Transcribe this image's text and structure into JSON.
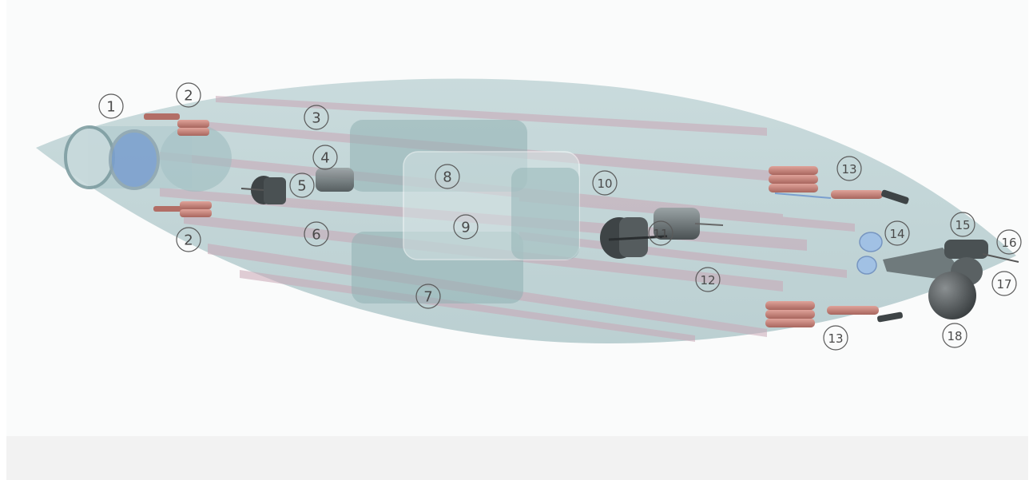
{
  "diagram": {
    "callouts": [
      {
        "id": "c1",
        "label": "1"
      },
      {
        "id": "c2a",
        "label": "2"
      },
      {
        "id": "c2b",
        "label": "2"
      },
      {
        "id": "c3",
        "label": "3"
      },
      {
        "id": "c4",
        "label": "4"
      },
      {
        "id": "c5",
        "label": "5"
      },
      {
        "id": "c6",
        "label": "6"
      },
      {
        "id": "c7",
        "label": "7"
      },
      {
        "id": "c8",
        "label": "8"
      },
      {
        "id": "c9",
        "label": "9"
      },
      {
        "id": "c10",
        "label": "10"
      },
      {
        "id": "c11",
        "label": "11"
      },
      {
        "id": "c12",
        "label": "12"
      },
      {
        "id": "c13a",
        "label": "13"
      },
      {
        "id": "c13b",
        "label": "13"
      },
      {
        "id": "c14",
        "label": "14"
      },
      {
        "id": "c15",
        "label": "15"
      },
      {
        "id": "c16",
        "label": "16"
      },
      {
        "id": "c17",
        "label": "17"
      },
      {
        "id": "c18",
        "label": "18"
      }
    ],
    "colors": {
      "hull_fill": "#a9c3c6",
      "stripe": "#c9a7b6",
      "tank": "#c98a82",
      "tank_dark": "#a8665e",
      "panel": "#8fb1b3",
      "dark_part": "#3e4446",
      "blue_part": "#7a9fcf"
    }
  }
}
